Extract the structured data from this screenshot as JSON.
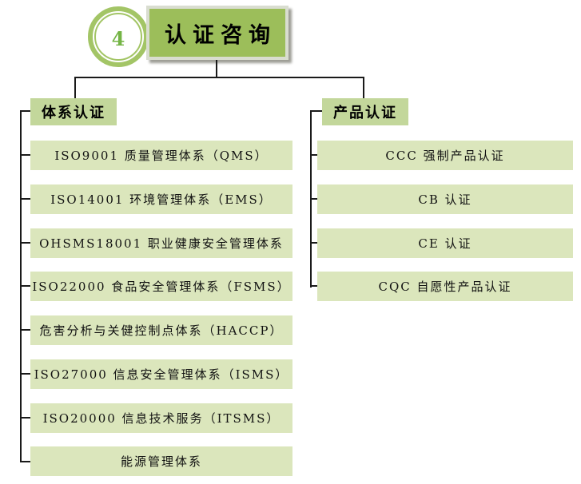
{
  "badge": {
    "number": "4"
  },
  "root": {
    "label": "认证咨询"
  },
  "branches": [
    {
      "label": "体系认证",
      "items": [
        "ISO9001 质量管理体系（QMS）",
        "ISO14001 环境管理体系（EMS）",
        "OHSMS18001 职业健康安全管理体系",
        "ISO22000 食品安全管理体系（FSMS）",
        "危害分析与关健控制点体系（HACCP）",
        "ISO27000 信息安全管理体系（ISMS）",
        "ISO20000 信息技术服务（ITSMS）",
        "能源管理体系"
      ]
    },
    {
      "label": "产品认证",
      "items": [
        "CCC 强制产品认证",
        "CB 认证",
        "CE 认证",
        "CQC 自愿性产品认证"
      ]
    }
  ],
  "colors": {
    "root_node_bg": "#9cbe5a",
    "root_node_border": "#d9ddd0",
    "branch_header_bg": "#c3d79b",
    "leaf_node_bg": "#dbe6bc",
    "badge_ring": "#a3c566",
    "badge_number": "#74b445",
    "connector": "#1a1a1a",
    "background": "#ffffff"
  }
}
